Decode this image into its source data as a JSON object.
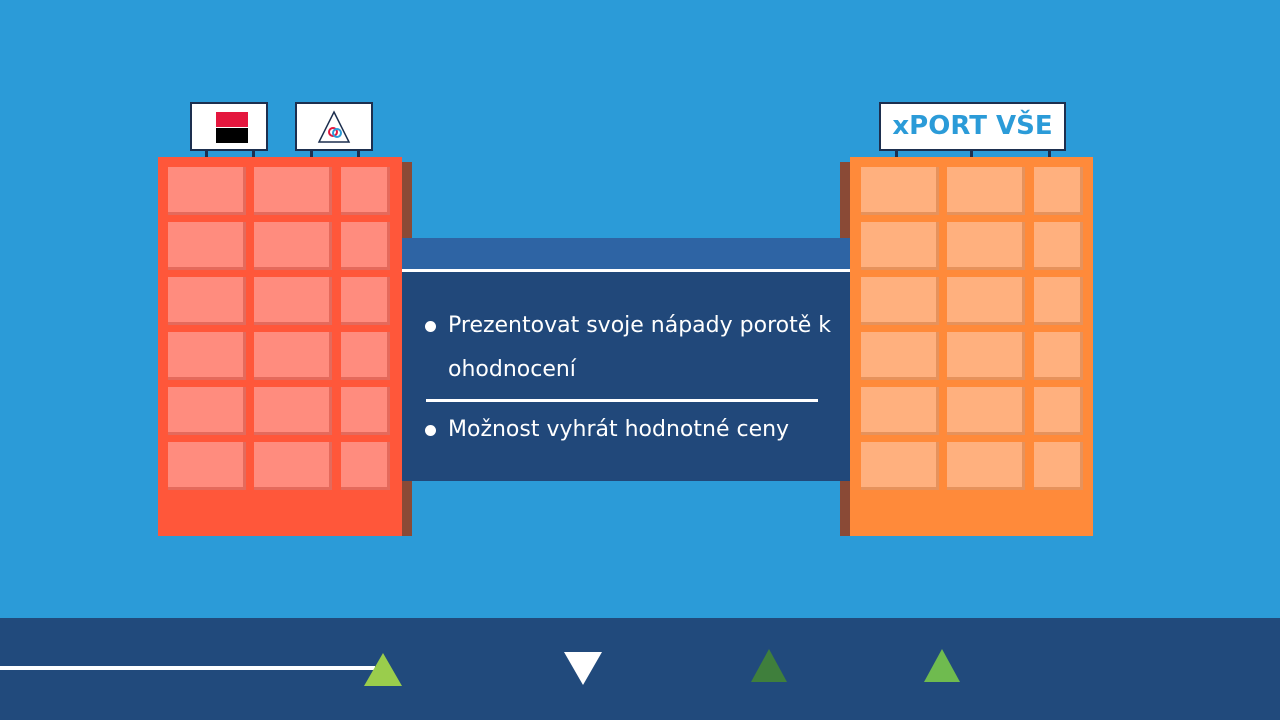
{
  "bridge": {
    "bullets": [
      "Prezentovat svoje nápady porotě k ohodnocení",
      "Možnost vyhrát hodnotné ceny"
    ]
  },
  "signs": {
    "right_logo_text": "xPORT VŠE"
  },
  "colors": {
    "background": "#2b9bd8",
    "left_building": "#ff573a",
    "right_building": "#ff8a3a",
    "bridge": "#21487a",
    "footer": "#214a7c"
  },
  "icons": {
    "left_sign_1": "bank-logo-icon",
    "left_sign_2": "triangle-emblem-logo-icon"
  },
  "timeline": {
    "markers": [
      "marker-light-green-up",
      "marker-white-down",
      "marker-dark-green-up",
      "marker-green-up"
    ]
  }
}
